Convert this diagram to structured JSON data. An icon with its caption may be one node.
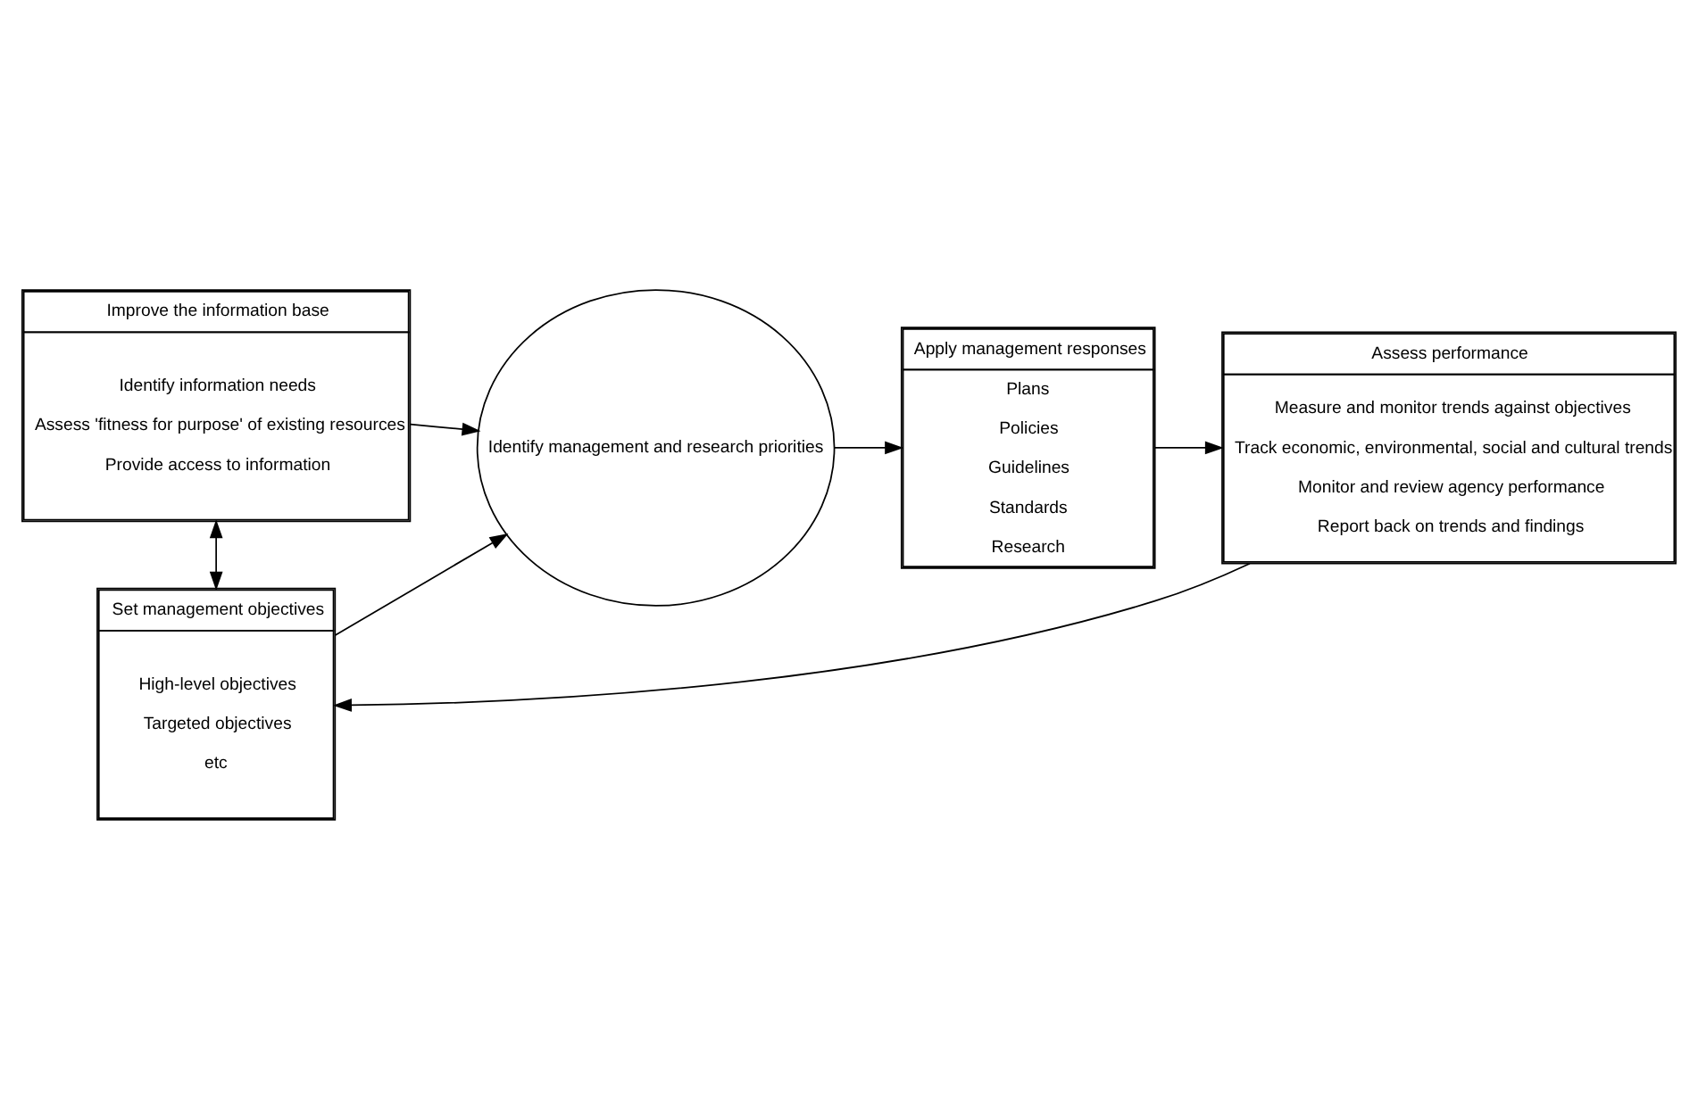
{
  "diagram": {
    "nodes": [
      {
        "text": [
          "Improve the information base",
          "Identify information needs",
          "Assess 'fitness for purpose' of existing resources",
          "Provide access to information"
        ]
      },
      {
        "text": [
          "Set management objectives",
          "High-level objectives",
          "Targeted objectives",
          "etc"
        ]
      },
      {
        "text": [
          "Identify management and research priorities"
        ]
      },
      {
        "text": [
          "Apply management responses",
          "Plans",
          "Policies",
          "Guidelines",
          "Standards",
          "Research"
        ]
      },
      {
        "text": [
          "Assess performance",
          "Measure and monitor trends against objectives",
          "Track economic, environmental, social and cultural trends",
          "Monitor and review agency performance",
          "Report back on trends and findings"
        ]
      }
    ],
    "edges": [
      {
        "from": 0,
        "to": 2,
        "arrow": "to"
      },
      {
        "from": 1,
        "to": 2,
        "arrow": "to"
      },
      {
        "from": 0,
        "to": 1,
        "arrow": "both"
      },
      {
        "from": 2,
        "to": 3,
        "arrow": "to"
      },
      {
        "from": 3,
        "to": 4,
        "arrow": "to"
      },
      {
        "from": 4,
        "to": 1,
        "arrow": "to"
      }
    ]
  }
}
